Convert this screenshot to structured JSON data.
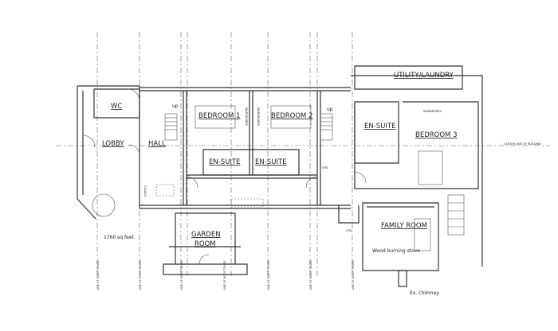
{
  "plan": {
    "rooms": {
      "wc": "WC",
      "lobby": "LOBBY",
      "hall": "HALL",
      "bedroom1": "BEDROOM 1",
      "bedroom2": "BEDROOM 2",
      "bedroom3": "BEDROOM 3",
      "ensuite1": "EN-SUITE",
      "ensuite2": "EN-SUITE",
      "ensuite3": "EN-SUITE",
      "utility": "UTILITY/LAUNDRY",
      "family": "FAMILY ROOM",
      "garden_line1": "GARDEN",
      "garden_line2": "ROOM"
    },
    "small_labels": {
      "up_left": "up",
      "up_right": "up",
      "wardrobes_b1": "WARDROBES",
      "wardrobes_b2": "WARDROBES",
      "wardrobes_b3": "WARDROBES",
      "cloaks": "CLOAKS",
      "cpd_upper": "CPD",
      "cpd_lower": "CPD"
    },
    "notes": {
      "area": "1760 sq feet.",
      "stove": "Wood burning stove",
      "chimney": "Ex. chimney.",
      "center_line": "CENTER LINE OF BUILDING"
    },
    "truss_labels": [
      "LINE OF ROOF TRUSS",
      "LINE OF ROOF TRUSS",
      "LINE OF ROOF TRUSS",
      "LINE OF ROOF TRUSS",
      "LINE OF ROOF TRUSS",
      "LINE OF ROOF TRUSS",
      "LINE OF ROOF TRUSS"
    ]
  }
}
